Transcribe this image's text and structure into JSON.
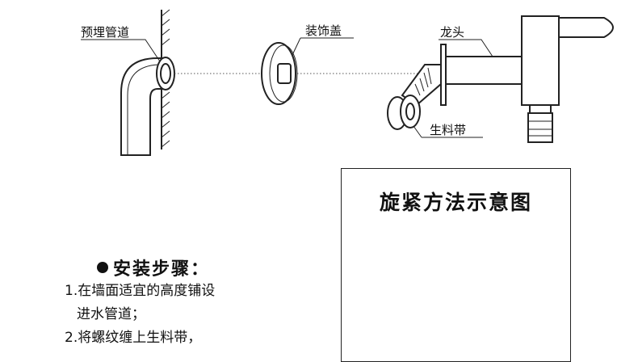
{
  "labels": {
    "pipe": "预埋管道",
    "cover": "装饰盖",
    "faucet": "龙头",
    "tape": "生料带"
  },
  "tighten_box": {
    "title": "旋紧方法示意图"
  },
  "install": {
    "title": "安装步骤：",
    "steps": [
      "1.在墙面适宜的高度铺设",
      "进水管道；",
      "2.将螺纹缠上生料带，"
    ]
  }
}
